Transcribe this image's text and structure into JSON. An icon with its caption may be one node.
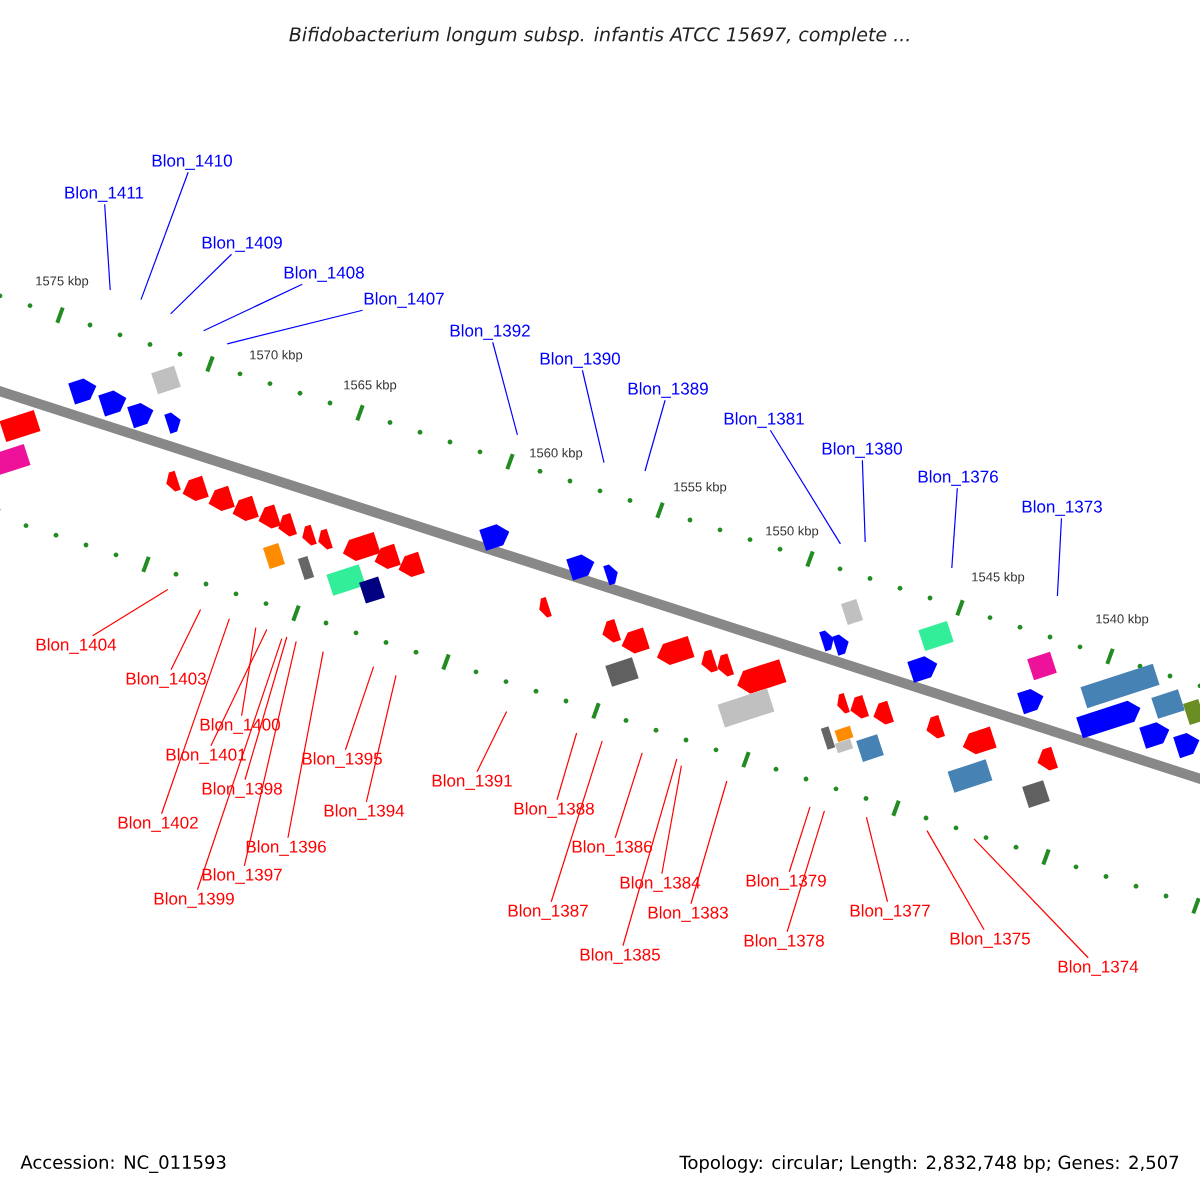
{
  "diagram": {
    "title": "Bifidobacterium longum subsp. infantis ATCC 15697, complete ...",
    "nodes": [
      {
        "text": [
          "Blon_1411"
        ]
      },
      {
        "text": [
          "Blon_1410"
        ]
      },
      {
        "text": [
          "Blon_1409"
        ]
      },
      {
        "text": [
          "Blon_1408"
        ]
      },
      {
        "text": [
          "Blon_1407"
        ]
      },
      {
        "text": [
          "Blon_1392"
        ]
      },
      {
        "text": [
          "Blon_1390"
        ]
      },
      {
        "text": [
          "Blon_1389"
        ]
      },
      {
        "text": [
          "Blon_1381"
        ]
      },
      {
        "text": [
          "Blon_1380"
        ]
      },
      {
        "text": [
          "Blon_1376"
        ]
      },
      {
        "text": [
          "Blon_1373"
        ]
      },
      {
        "text": [
          "Blon_1404"
        ]
      },
      {
        "text": [
          "Blon_1403"
        ]
      },
      {
        "text": [
          "Blon_1400"
        ]
      },
      {
        "text": [
          "Blon_1401"
        ]
      },
      {
        "text": [
          "Blon_1398"
        ]
      },
      {
        "text": [
          "Blon_1402"
        ]
      },
      {
        "text": [
          "Blon_1396"
        ]
      },
      {
        "text": [
          "Blon_1397"
        ]
      },
      {
        "text": [
          "Blon_1399"
        ]
      },
      {
        "text": [
          "Blon_1395"
        ]
      },
      {
        "text": [
          "Blon_1394"
        ]
      },
      {
        "text": [
          "Blon_1391"
        ]
      },
      {
        "text": [
          "Blon_1388"
        ]
      },
      {
        "text": [
          "Blon_1386"
        ]
      },
      {
        "text": [
          "Blon_1387"
        ]
      },
      {
        "text": [
          "Blon_1384"
        ]
      },
      {
        "text": [
          "Blon_1385"
        ]
      },
      {
        "text": [
          "Blon_1383"
        ]
      },
      {
        "text": [
          "Blon_1379"
        ]
      },
      {
        "text": [
          "Blon_1378"
        ]
      },
      {
        "text": [
          "Blon_1377"
        ]
      },
      {
        "text": [
          "Blon_1375"
        ]
      },
      {
        "text": [
          "Blon_1374"
        ]
      }
    ],
    "edges": [
      {
        "from": 0,
        "to": null,
        "arrow": "none",
        "color": "#0000ff"
      },
      {
        "from": 1,
        "to": null,
        "arrow": "none",
        "color": "#0000ff"
      },
      {
        "from": 2,
        "to": null,
        "arrow": "none",
        "color": "#0000ff"
      },
      {
        "from": 3,
        "to": null,
        "arrow": "none",
        "color": "#0000ff"
      },
      {
        "from": 4,
        "to": null,
        "arrow": "none",
        "color": "#0000ff"
      },
      {
        "from": 5,
        "to": null,
        "arrow": "none",
        "color": "#0000ff"
      },
      {
        "from": 6,
        "to": null,
        "arrow": "none",
        "color": "#0000ff"
      },
      {
        "from": 7,
        "to": null,
        "arrow": "none",
        "color": "#0000ff"
      },
      {
        "from": 8,
        "to": null,
        "arrow": "none",
        "color": "#0000ff"
      },
      {
        "from": 9,
        "to": null,
        "arrow": "none",
        "color": "#0000ff"
      },
      {
        "from": 10,
        "to": null,
        "arrow": "none",
        "color": "#0000ff"
      },
      {
        "from": 11,
        "to": null,
        "arrow": "none",
        "color": "#0000ff"
      },
      {
        "from": 12,
        "to": null,
        "arrow": "none"
      },
      {
        "from": 13,
        "to": null,
        "arrow": "none"
      },
      {
        "from": 14,
        "to": null,
        "arrow": "none"
      },
      {
        "from": 15,
        "to": null,
        "arrow": "none"
      },
      {
        "from": 16,
        "to": null,
        "arrow": "none"
      },
      {
        "from": 17,
        "to": null,
        "arrow": "none"
      },
      {
        "from": 18,
        "to": null,
        "arrow": "none"
      },
      {
        "from": 19,
        "to": null,
        "arrow": "none"
      },
      {
        "from": 20,
        "to": null,
        "arrow": "none"
      },
      {
        "from": 21,
        "to": null,
        "arrow": "none"
      },
      {
        "from": 22,
        "to": null,
        "arrow": "none"
      },
      {
        "from": 23,
        "to": null,
        "arrow": "none"
      },
      {
        "from": 24,
        "to": null,
        "arrow": "none"
      },
      {
        "from": 25,
        "to": null,
        "arrow": "none"
      },
      {
        "from": 26,
        "to": null,
        "arrow": "none"
      },
      {
        "from": 27,
        "to": null,
        "arrow": "none"
      },
      {
        "from": 28,
        "to": null,
        "arrow": "none"
      },
      {
        "from": 29,
        "to": null,
        "arrow": "none"
      },
      {
        "from": 30,
        "to": null,
        "arrow": "none"
      },
      {
        "from": 31,
        "to": null,
        "arrow": "none"
      },
      {
        "from": 32,
        "to": null,
        "arrow": "none"
      },
      {
        "from": 33,
        "to": null,
        "arrow": "none"
      },
      {
        "from": 34,
        "to": null,
        "arrow": "none"
      }
    ],
    "labels": [
      "1575 kbp",
      "1570 kbp",
      "1565 kbp",
      "1560 kbp",
      "1555 kbp",
      "1550 kbp",
      "1545 kbp",
      "1540 kbp",
      "Accession: NC_011593",
      "Topology: circular; Length: 2,832,748 bp; Genes: 2,507"
    ]
  }
}
